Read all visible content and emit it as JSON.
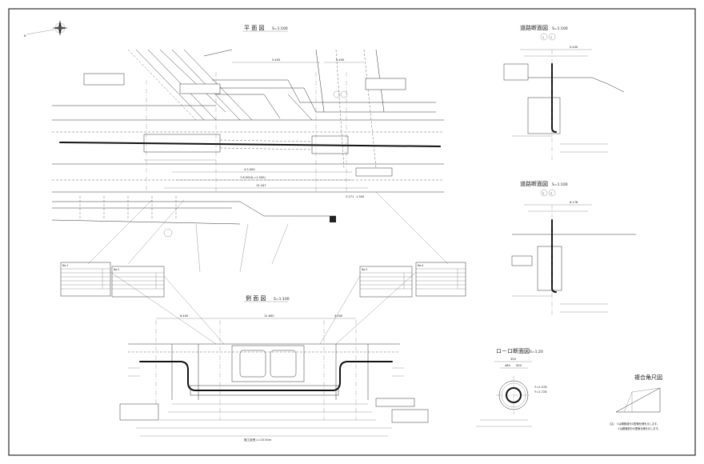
{
  "sheet": {
    "plan": {
      "title": "平 面 図",
      "scale": "S=1:100"
    },
    "side": {
      "title": "側 面 図",
      "scale": "S=1:100"
    },
    "road1": {
      "title": "道路断面図",
      "scale": "S=1:100",
      "mark_a": "1",
      "mark_b": "1"
    },
    "road2": {
      "title": "道路断面図",
      "scale": "S=1:100",
      "mark_a": "2",
      "mark_b": "2"
    },
    "pipe": {
      "title": "ロ－ロ断面図",
      "scale": "S=1:20"
    },
    "angle": {
      "title": "複合角尺図"
    }
  },
  "plan_dims": {
    "top1": "5.400",
    "top2": "4.400",
    "d1": "4.5.000",
    "d2": "7.6.500(L=1.500)",
    "d3": "15.347",
    "d4": "2.271",
    "d5": "1.300"
  },
  "side_dims": {
    "top1": "6.400",
    "top2": "12.600",
    "top3": "4.400",
    "bottom": "施工延長 L=23.50m"
  },
  "road_dims": {
    "w1": "5.430",
    "w2": "6.178"
  },
  "pipe_dims": {
    "a": "300",
    "b": "480",
    "c": "500",
    "yl": "Y=2.578",
    "yr": "Y=2.728"
  },
  "notes": {
    "n1": "（注）  ①は鋼管部分の配管仕様を示します。",
    "n2": "②は鋼管部分の配管仕様を示します。"
  },
  "boxes": {
    "b1_title": "No.1",
    "b2_title": "No.2",
    "b3_title": "No.3",
    "b4_title": "No.4"
  },
  "compass": {
    "label": "N"
  }
}
